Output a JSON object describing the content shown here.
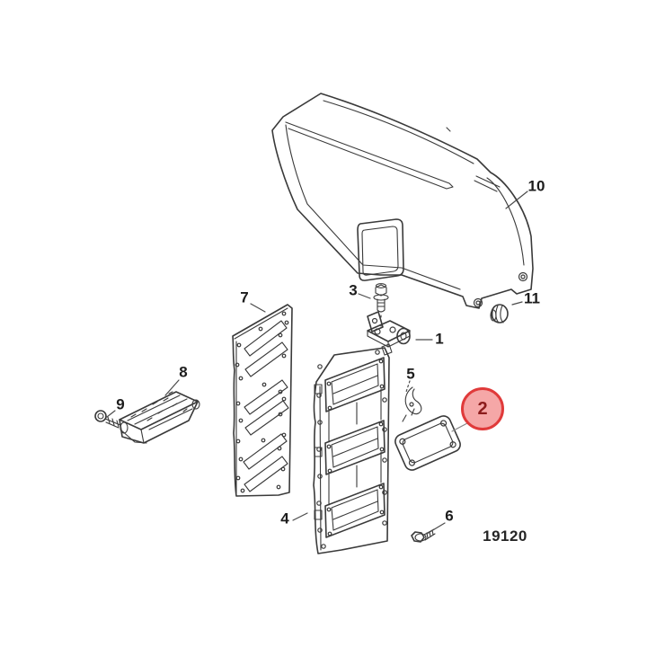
{
  "diagram": {
    "code": "19120",
    "highlighted_part": "2",
    "callouts": {
      "c1": "1",
      "c2": "2",
      "c3": "3",
      "c4": "4",
      "c5": "5",
      "c6": "6",
      "c7": "7",
      "c8": "8",
      "c9": "9",
      "c10": "10",
      "c11": "11"
    },
    "colors": {
      "line": "#3a3a3a",
      "label": "#1c1c1c",
      "highlight_fill": "#f5a7a7",
      "highlight_border": "#e03a3a",
      "highlight_text": "#8c1c1c"
    }
  }
}
